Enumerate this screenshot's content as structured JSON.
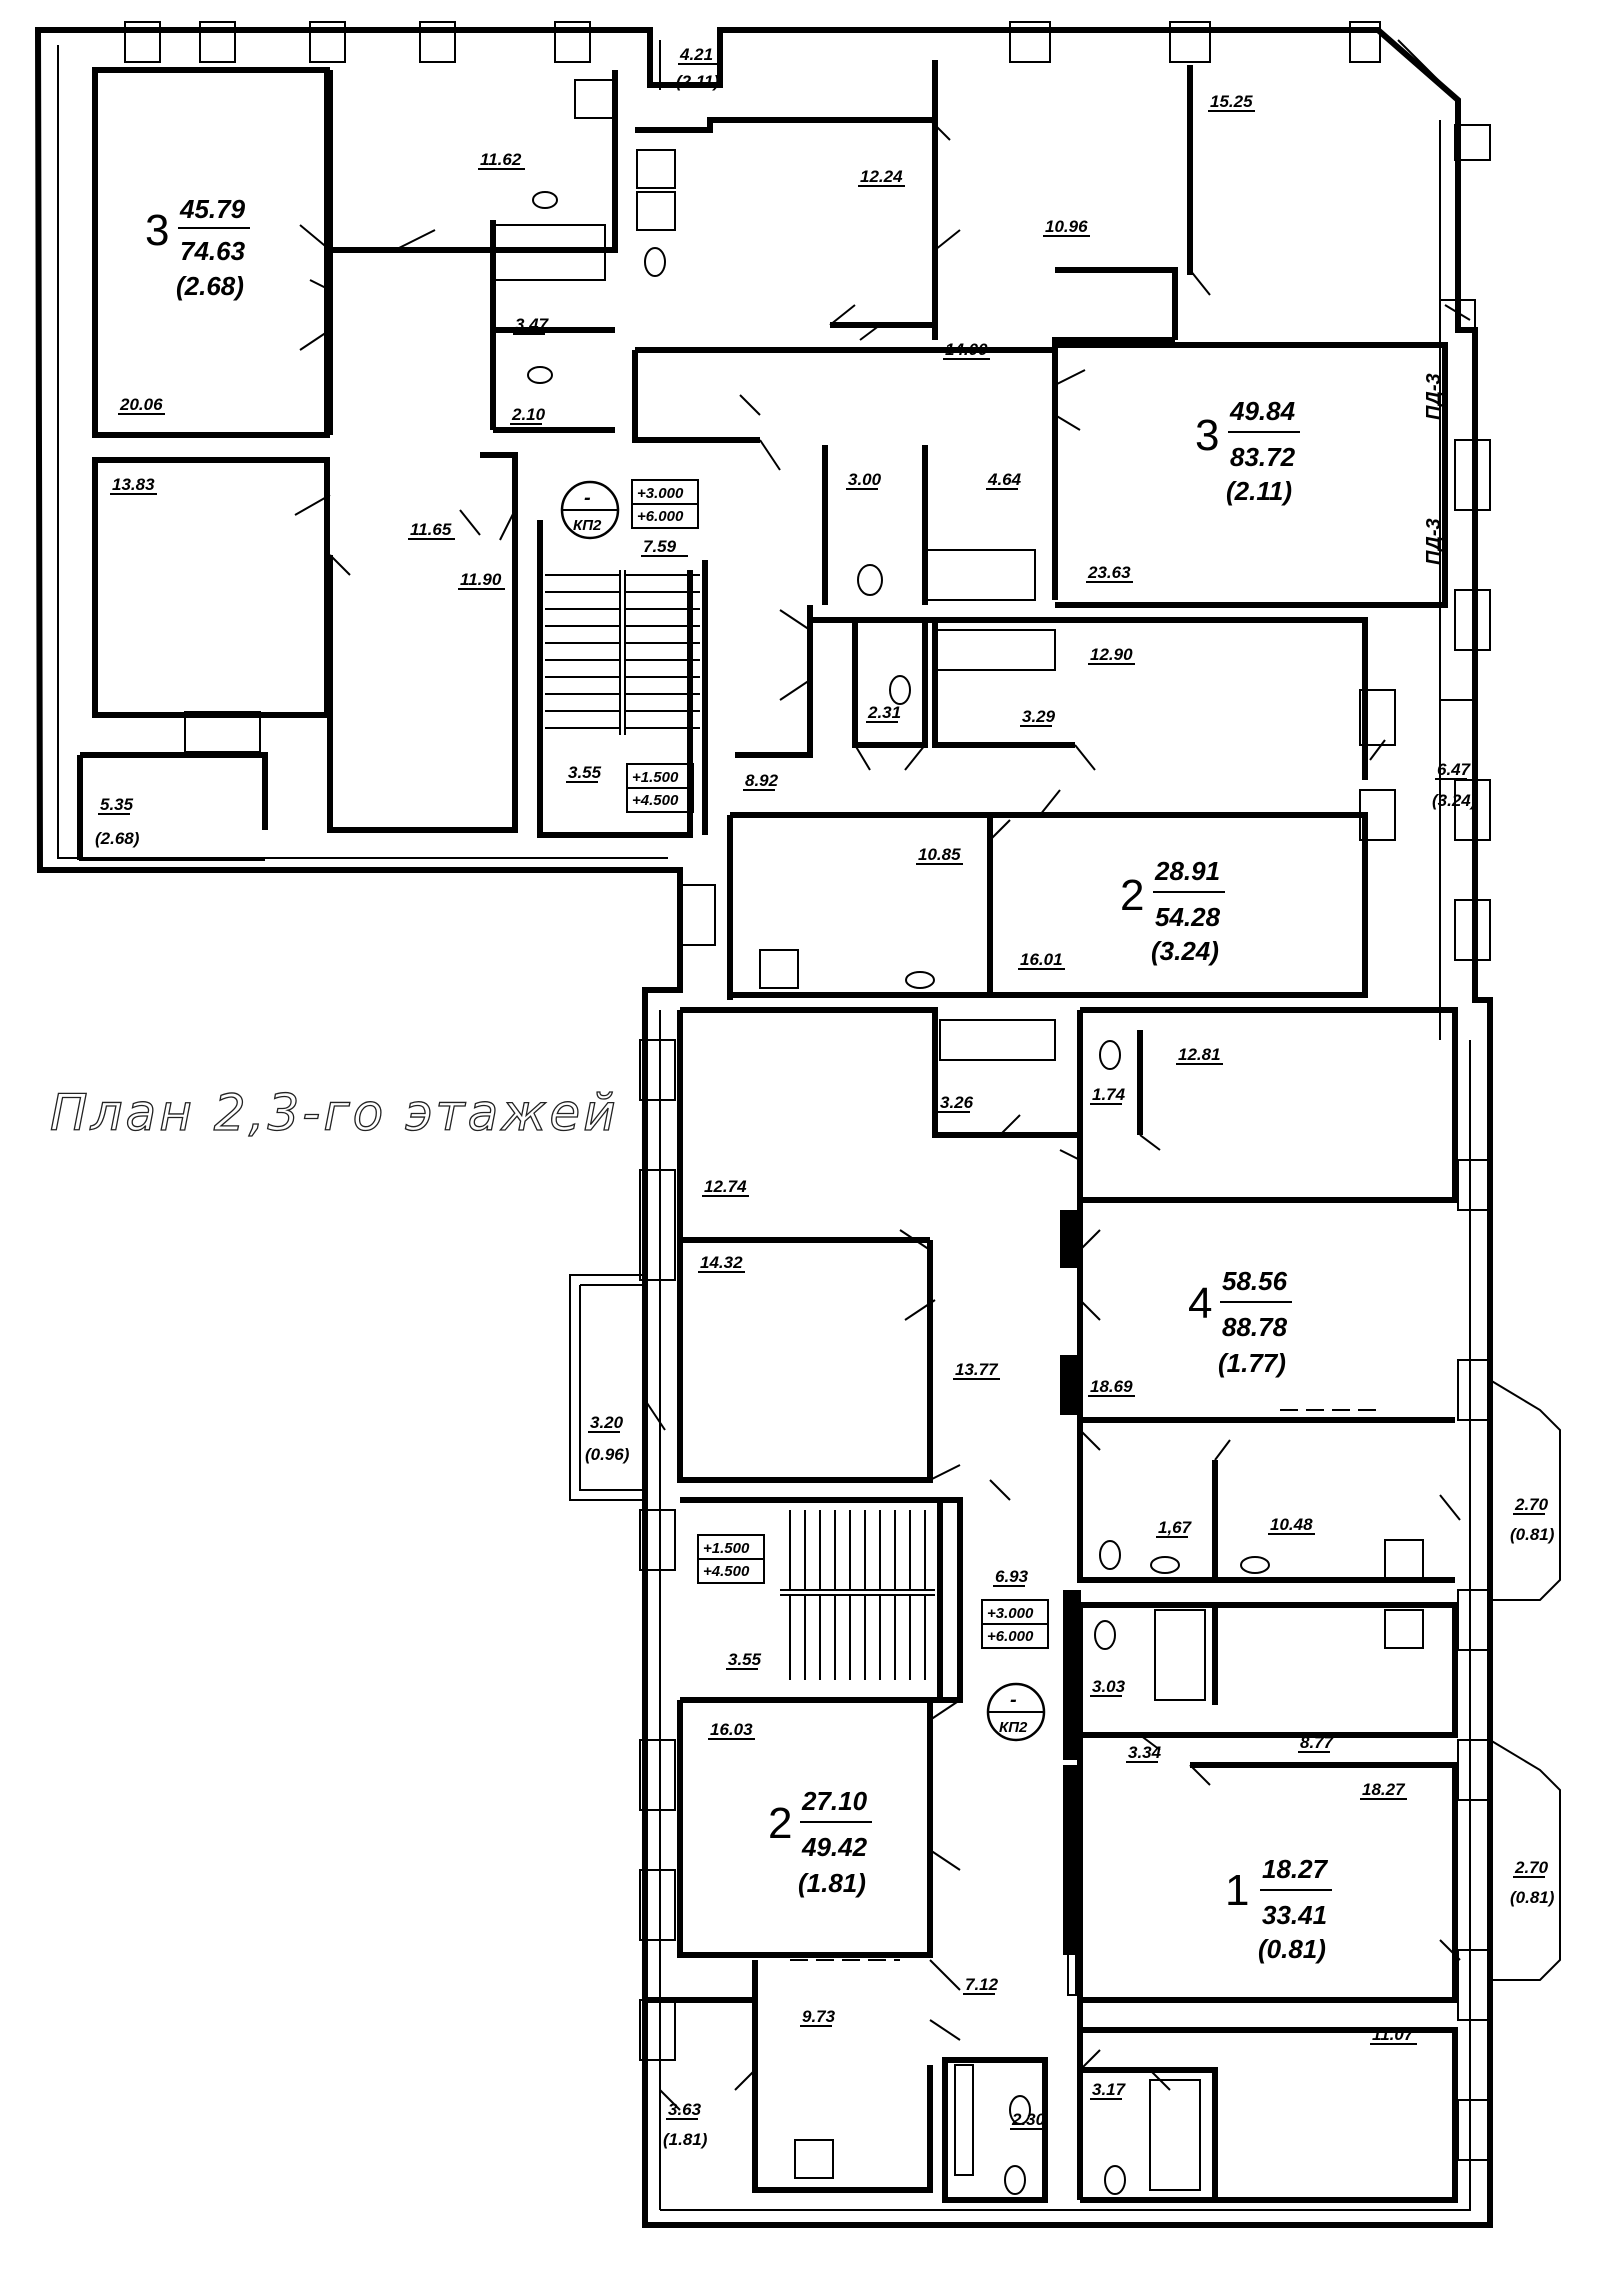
{
  "title": "План 2,3-го этажей",
  "apartments": [
    {
      "id": "apt-3-nw",
      "rooms": "3",
      "living": "45.79",
      "total": "74.63",
      "balcony": "(2.68)"
    },
    {
      "id": "apt-3-ne",
      "rooms": "3",
      "living": "49.84",
      "total": "83.72",
      "balcony": "(2.11)"
    },
    {
      "id": "apt-2-mid",
      "rooms": "2",
      "living": "28.91",
      "total": "54.28",
      "balcony": "(3.24)"
    },
    {
      "id": "apt-4",
      "rooms": "4",
      "living": "58.56",
      "total": "88.78",
      "balcony": "(1.77)"
    },
    {
      "id": "apt-2-sw",
      "rooms": "2",
      "living": "27.10",
      "total": "49.42",
      "balcony": "(1.81)"
    },
    {
      "id": "apt-1",
      "rooms": "1",
      "living": "18.27",
      "total": "33.41",
      "balcony": "(0.81)"
    }
  ],
  "rooms": [
    "4.21",
    "(2.11)",
    "15.25",
    "11.62",
    "12.24",
    "10.96",
    "3.47",
    "20.06",
    "2.10",
    "14.00",
    "13.83",
    "11.65",
    "7.59",
    "3.00",
    "4.64",
    "23.63",
    "11.90",
    "12.90",
    "2.31",
    "3.29",
    "8.92",
    "6.47",
    "(3.24)",
    "3.55",
    "5.35",
    "(2.68)",
    "10.85",
    "16.01",
    "12.81",
    "3.26",
    "1.74",
    "12.74",
    "14.32",
    "13.77",
    "18.69",
    "3.20",
    "(0.96)",
    "1,67",
    "10.48",
    "2.70",
    "(0.81)",
    "6.93",
    "3.55",
    "3.03",
    "16.03",
    "8.77",
    "3.34",
    "18.27",
    "2.70",
    "(0.81)",
    "7.12",
    "9.73",
    "11.07",
    "3.17",
    "2.30",
    "3.63",
    "(1.81)"
  ],
  "level_marks": {
    "top_stair_upper": [
      "+3.000",
      "+6.000"
    ],
    "top_stair_lower": [
      "+1.500",
      "+4.500"
    ],
    "bot_stair_upper": [
      "+1.500",
      "+4.500"
    ],
    "bot_stair_lower": [
      "+3.000",
      "+6.000"
    ]
  },
  "section_marks": {
    "kp_label": "КП2",
    "dash": "-"
  },
  "vent_labels": [
    "ПД-3",
    "ПД-3"
  ]
}
